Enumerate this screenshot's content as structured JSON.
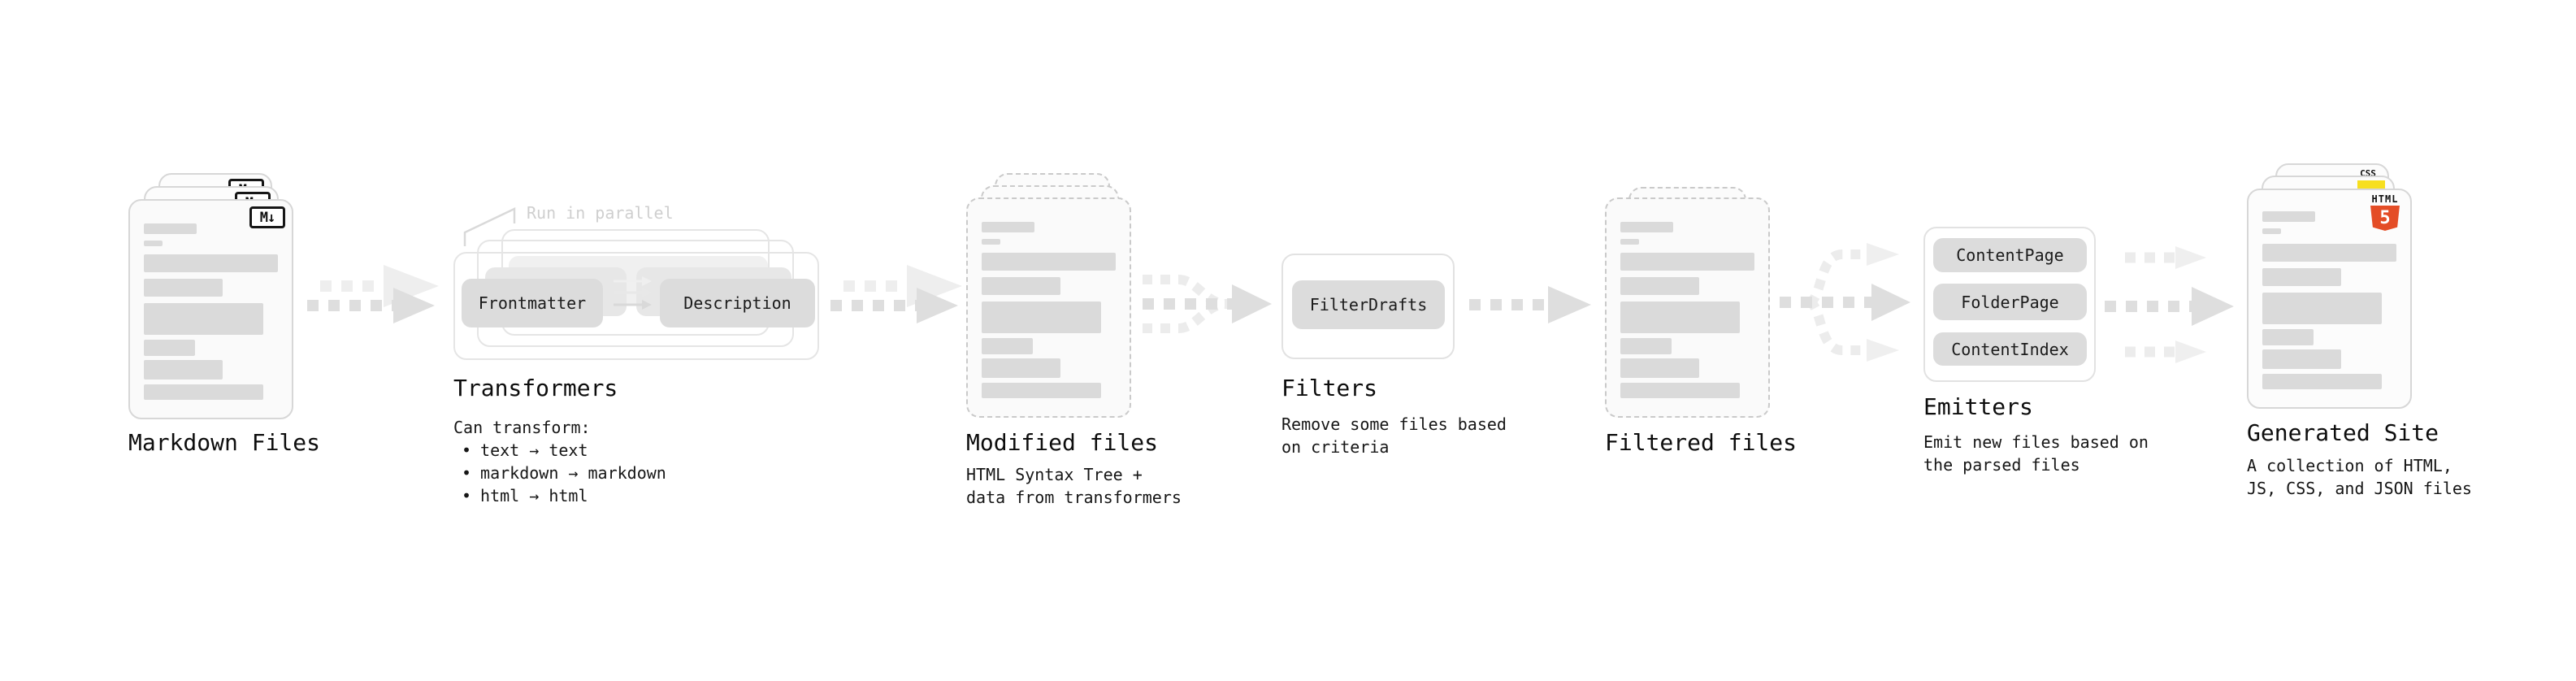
{
  "stages": {
    "markdown_files": {
      "label": "Markdown Files",
      "file_badge": "M↓"
    },
    "transformers": {
      "label": "Transformers",
      "annotation": "Run in parallel",
      "node_a": "Frontmatter",
      "node_b": "Description",
      "desc_title": "Can transform:",
      "bullet_char": "•",
      "bullets": [
        "text → text",
        "markdown → markdown",
        "html → html"
      ]
    },
    "modified_files": {
      "label": "Modified files",
      "desc_lines": [
        "HTML Syntax Tree +",
        "data from transformers"
      ]
    },
    "filters": {
      "label": "Filters",
      "node": "FilterDrafts",
      "desc_lines": [
        "Remove some files based",
        "on criteria"
      ]
    },
    "filtered_files": {
      "label": "Filtered files"
    },
    "emitters": {
      "label": "Emitters",
      "nodes": [
        "ContentPage",
        "FolderPage",
        "ContentIndex"
      ],
      "desc_lines": [
        "Emit new files based on",
        "the parsed files"
      ]
    },
    "generated_site": {
      "label": "Generated Site",
      "desc_lines": [
        "A collection of HTML,",
        "JS, CSS, and JSON files"
      ],
      "html5_badge": {
        "top_text": "HTML",
        "shield_text": "5"
      },
      "css_badge": "CSS"
    }
  },
  "colors": {
    "html5_orange": "#e44d26",
    "js_yellow": "#f7df1e",
    "css_blue": "#2965f1"
  }
}
